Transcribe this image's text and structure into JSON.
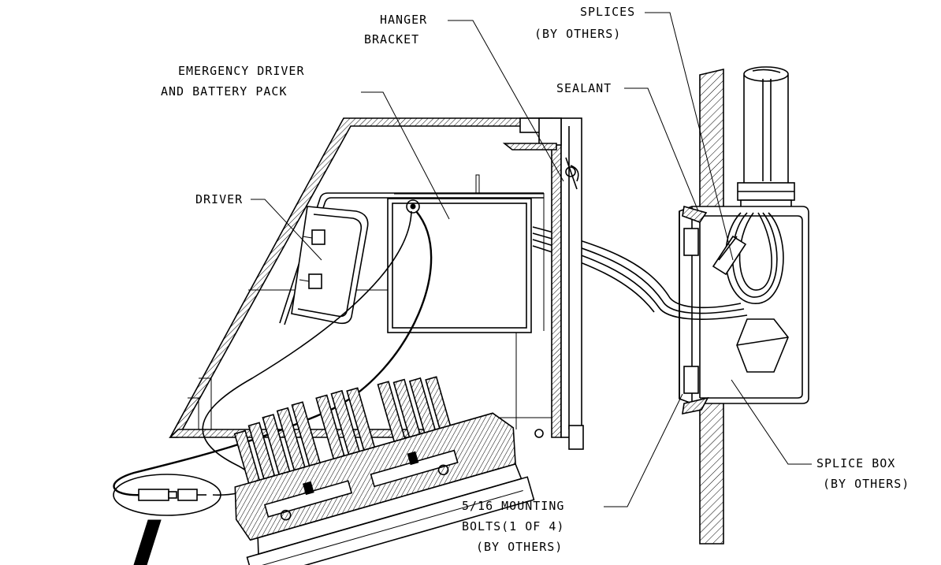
{
  "labels": {
    "hanger_line1": "HANGER",
    "hanger_line2": "BRACKET",
    "splices_line1": "SPLICES",
    "splices_line2": "(BY OTHERS)",
    "emergency_line1": "EMERGENCY DRIVER",
    "emergency_line2": "AND BATTERY PACK",
    "sealant": "SEALANT",
    "driver": "DRIVER",
    "splice_box_line1": "SPLICE BOX",
    "splice_box_line2": "(BY OTHERS)",
    "bolts_line1": "5/16 MOUNTING",
    "bolts_line2": "BOLTS(1 OF 4)",
    "bolts_line3": "(BY OTHERS)"
  }
}
